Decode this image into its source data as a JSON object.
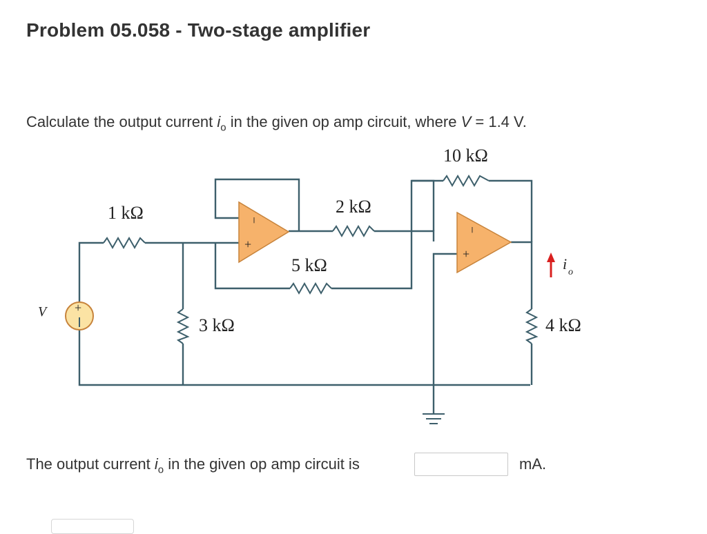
{
  "problem": {
    "title": "Problem 05.058 - Two-stage amplifier"
  },
  "question": {
    "prefix": "Calculate the output current ",
    "var_i": "i",
    "var_sub": "o",
    "middle": " in the given op amp circuit, where ",
    "var_v": "V",
    "suffix": " = 1.4 V."
  },
  "circuit": {
    "labels": {
      "r_feedback2": "10 kΩ",
      "r_series1": "1 kΩ",
      "r_series2": "2 kΩ",
      "r_feedback1": "5 kΩ",
      "r_shunt": "3 kΩ",
      "r_load": "4 kΩ",
      "source": "V",
      "current_i": "i",
      "current_sub": "o",
      "plus": "+",
      "minus": "−"
    },
    "colors": {
      "wire": "#3d5f6b",
      "opamp_fill": "#f6b26b",
      "opamp_stroke": "#c7833b",
      "source_fill": "#fbe3a4",
      "arrow": "#d9201f"
    }
  },
  "answer": {
    "prefix": "The output current ",
    "var_i": "i",
    "var_sub": "o",
    "suffix": " in the given op amp circuit is",
    "value": "",
    "unit": "mA."
  }
}
